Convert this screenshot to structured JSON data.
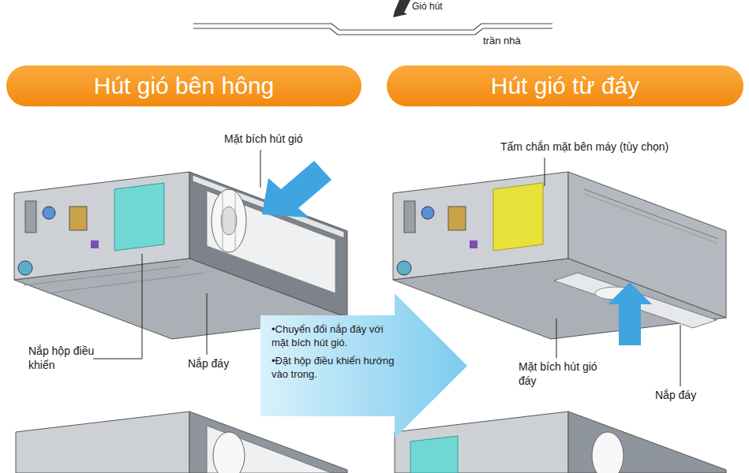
{
  "diagram": {
    "nodes": [
      {
        "text": [
          "Hút gió bên hông"
        ]
      },
      {
        "text": [
          "Hút gió từ đáy"
        ]
      },
      {
        "text": [
          "•Chuyển đổi nắp đáy với mặt bích hút gió.",
          "•Đặt hộp điều khiển hướng vào trong."
        ]
      }
    ],
    "labels": [
      "Gió hút",
      "trần nhà",
      "Mặt bích hút gió",
      "Nắp hộp điều khiển",
      "Nắp đáy",
      "Tấm chắn mặt bên máy (tùy chọn)",
      "Mặt bích hút gió đáy",
      "Nắp đáy"
    ]
  }
}
